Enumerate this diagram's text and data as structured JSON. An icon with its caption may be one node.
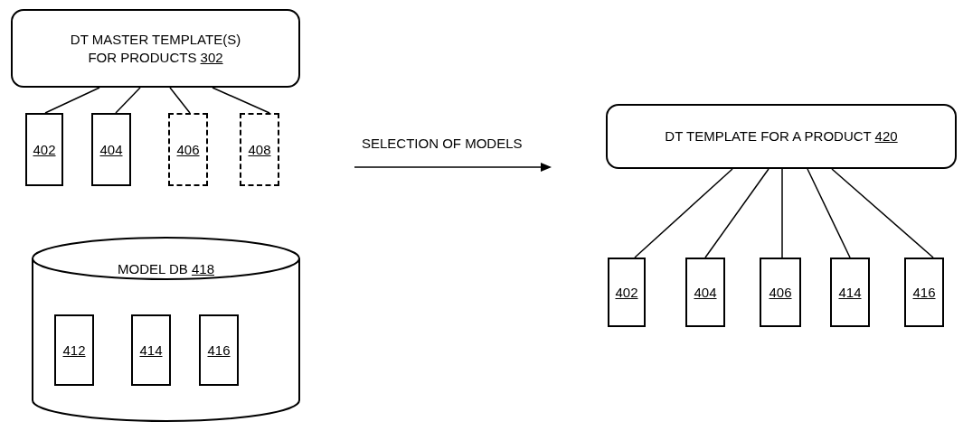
{
  "diagram": {
    "nodes": [
      {
        "text": [
          "DT MASTER TEMPLATE(S) FOR PRODUCTS 302"
        ]
      },
      {
        "text": [
          "402"
        ]
      },
      {
        "text": [
          "404"
        ]
      },
      {
        "text": [
          "406"
        ]
      },
      {
        "text": [
          "408"
        ]
      },
      {
        "text": [
          "MODEL DB 418"
        ]
      },
      {
        "text": [
          "412"
        ],
        "in": 5
      },
      {
        "text": [
          "414"
        ],
        "in": 5
      },
      {
        "text": [
          "416"
        ],
        "in": 5
      },
      {
        "text": [
          "DT TEMPLATE FOR A PRODUCT 420"
        ]
      },
      {
        "text": [
          "402"
        ]
      },
      {
        "text": [
          "404"
        ]
      },
      {
        "text": [
          "406"
        ]
      },
      {
        "text": [
          "414"
        ]
      },
      {
        "text": [
          "416"
        ]
      }
    ],
    "edges": [
      {
        "from": 0,
        "to": 1,
        "arrow": "none"
      },
      {
        "from": 0,
        "to": 2,
        "arrow": "none"
      },
      {
        "from": 0,
        "to": 3,
        "arrow": "none"
      },
      {
        "from": 0,
        "to": 4,
        "arrow": "none"
      },
      {
        "from": 9,
        "to": 10,
        "arrow": "none"
      },
      {
        "from": 9,
        "to": 11,
        "arrow": "none"
      },
      {
        "from": 9,
        "to": 12,
        "arrow": "none"
      },
      {
        "from": 9,
        "to": 13,
        "arrow": "none"
      },
      {
        "from": 9,
        "to": 14,
        "arrow": "none"
      }
    ],
    "labels": [
      "SELECTION OF MODELS"
    ]
  }
}
